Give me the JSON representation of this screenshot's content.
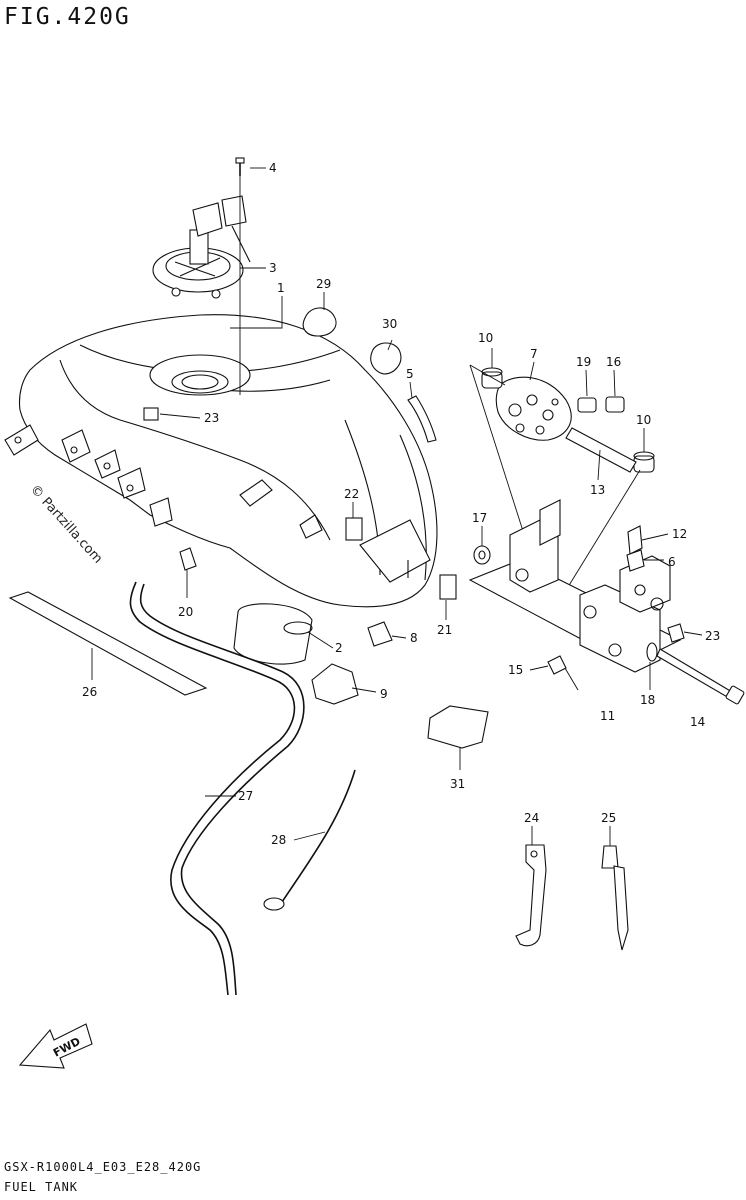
{
  "figure": {
    "title": "FIG.420G",
    "footer_code": "GSX-R1000L4_E03_E28_420G",
    "caption": "FUEL TANK",
    "watermark": "© Partzilla.com",
    "fwd_label": "FWD"
  },
  "callouts": [
    {
      "id": "c1",
      "label": "1"
    },
    {
      "id": "c2",
      "label": "2"
    },
    {
      "id": "c3",
      "label": "3"
    },
    {
      "id": "c4",
      "label": "4"
    },
    {
      "id": "c5",
      "label": "5"
    },
    {
      "id": "c6",
      "label": "6"
    },
    {
      "id": "c7",
      "label": "7"
    },
    {
      "id": "c8",
      "label": "8"
    },
    {
      "id": "c9",
      "label": "9"
    },
    {
      "id": "c10a",
      "label": "10"
    },
    {
      "id": "c10b",
      "label": "10"
    },
    {
      "id": "c11",
      "label": "11"
    },
    {
      "id": "c12",
      "label": "12"
    },
    {
      "id": "c13",
      "label": "13"
    },
    {
      "id": "c14",
      "label": "14"
    },
    {
      "id": "c15",
      "label": "15"
    },
    {
      "id": "c16",
      "label": "16"
    },
    {
      "id": "c17",
      "label": "17"
    },
    {
      "id": "c18",
      "label": "18"
    },
    {
      "id": "c19",
      "label": "19"
    },
    {
      "id": "c20",
      "label": "20"
    },
    {
      "id": "c21",
      "label": "21"
    },
    {
      "id": "c22",
      "label": "22"
    },
    {
      "id": "c23a",
      "label": "23"
    },
    {
      "id": "c23b",
      "label": "23"
    },
    {
      "id": "c24",
      "label": "24"
    },
    {
      "id": "c25",
      "label": "25"
    },
    {
      "id": "c26",
      "label": "26"
    },
    {
      "id": "c27",
      "label": "27"
    },
    {
      "id": "c28",
      "label": "28"
    },
    {
      "id": "c29",
      "label": "29"
    },
    {
      "id": "c30",
      "label": "30"
    },
    {
      "id": "c31",
      "label": "31"
    }
  ]
}
